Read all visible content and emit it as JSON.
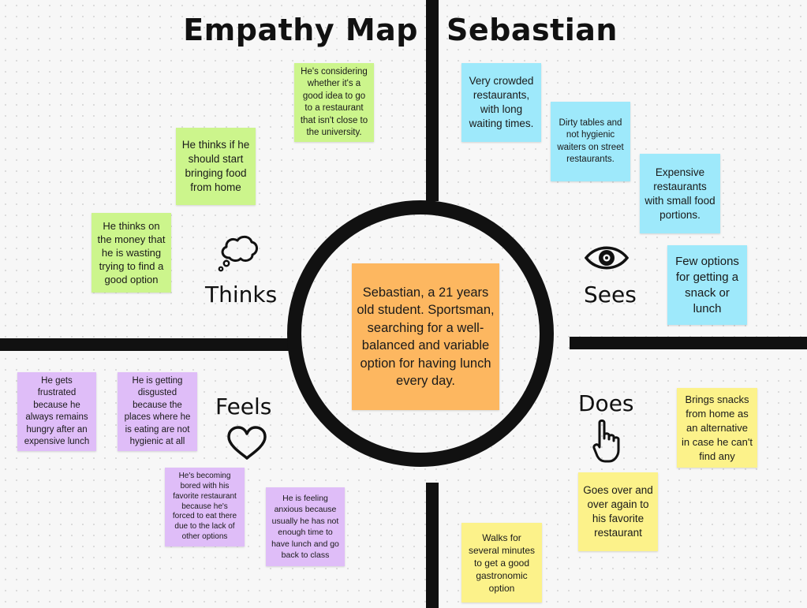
{
  "title": {
    "left": "Empathy Map",
    "right": "Sebastian"
  },
  "center": "Sebastian, a 21 years old student. Sportsman, searching for a well-balanced and variable option for having lunch every day.",
  "labels": {
    "thinks": "Thinks",
    "sees": "Sees",
    "feels": "Feels",
    "does": "Does"
  },
  "icons": {
    "thinks": "thought-bubble-icon",
    "sees": "eye-icon",
    "feels": "heart-icon",
    "does": "pointing-hand-icon"
  },
  "colors": {
    "thinks": "#ccf58c",
    "sees": "#9ee9fb",
    "feels": "#dfbdf8",
    "does": "#fcf28a",
    "center": "#fdb760"
  },
  "thinks": [
    "He's considering whether it's a good idea to go to a restaurant that isn't close to the university.",
    "He thinks if he should start bringing food from home",
    "He thinks on the money that he is wasting trying to find a good option"
  ],
  "sees": [
    "Very crowded restaurants, with long waiting times.",
    "Dirty tables and not hygienic waiters on street restaurants.",
    "Expensive restaurants with small food portions.",
    "Few options for getting a snack or lunch"
  ],
  "feels": [
    "He gets frustrated because he always remains hungry after an expensive lunch",
    "He is getting disgusted because the places where he is eating are not hygienic at all",
    "He's becoming bored with his favorite restaurant because he's forced to eat there due to the lack of other options",
    "He is feeling anxious because usually he has not enough time to have lunch and go back to class"
  ],
  "does": [
    "Brings snacks from home as an alternative in case he can't find any",
    "Goes over and over again to his favorite restaurant",
    "Walks for several minutes to get a good gastronomic option"
  ]
}
